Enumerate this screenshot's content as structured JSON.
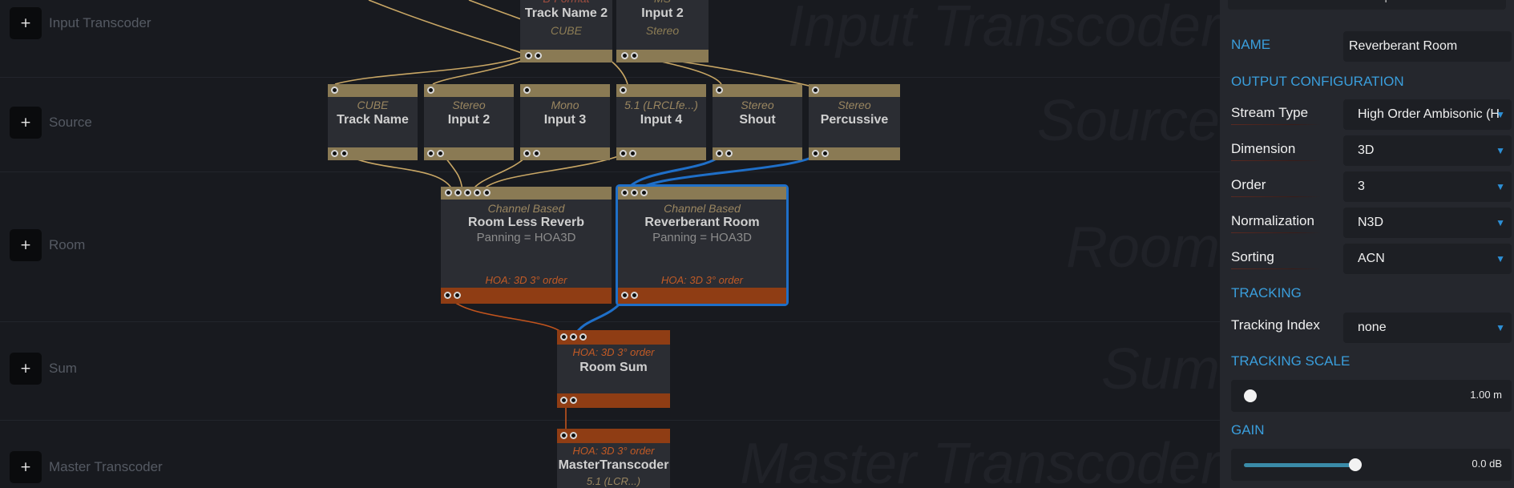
{
  "lanes": [
    {
      "label": "Input Transcoder",
      "watermark": "Input Transcoder"
    },
    {
      "label": "Source",
      "watermark": "Source"
    },
    {
      "label": "Room",
      "watermark": "Room"
    },
    {
      "label": "Sum",
      "watermark": "Sum"
    },
    {
      "label": "Master Transcoder",
      "watermark": "Master Transcoder"
    }
  ],
  "lane_add_label": "+",
  "nodes": {
    "track_name_2": {
      "type": "B-Format",
      "title": "Track Name 2",
      "sub": "CUBE"
    },
    "ms_input_2": {
      "type": "MS",
      "title": "Input 2",
      "sub": "Stereo"
    },
    "track_name": {
      "type": "CUBE",
      "title": "Track Name"
    },
    "input_2": {
      "type": "Stereo",
      "title": "Input 2"
    },
    "input_3": {
      "type": "Mono",
      "title": "Input 3"
    },
    "input_4": {
      "type": "5.1 (LRCLfe...)",
      "title": "Input 4"
    },
    "shout": {
      "type": "Stereo",
      "title": "Shout"
    },
    "percussive": {
      "type": "Stereo",
      "title": "Percussive"
    },
    "room_less_reverb": {
      "type": "Channel Based",
      "title": "Room Less Reverb",
      "sub": "Panning = HOA3D",
      "foot": "HOA: 3D 3° order"
    },
    "reverberant_room": {
      "type": "Channel Based",
      "title": "Reverberant Room",
      "sub": "Panning = HOA3D",
      "foot": "HOA: 3D 3° order"
    },
    "room_sum": {
      "type": "HOA: 3D 3° order",
      "title": "Room Sum"
    },
    "master_transcoder": {
      "type": "HOA: 3D 3° order",
      "title": "MasterTranscoder",
      "sub": "5.1 (LCR...)"
    }
  },
  "panel": {
    "top_button": "Disconnect Selected Output",
    "name_label": "NAME",
    "name_value": "Reverberant Room",
    "output_config": "OUTPUT CONFIGURATION",
    "stream_type_label": "Stream Type",
    "stream_type_value": "High Order Ambisonic (H",
    "dimension_label": "Dimension",
    "dimension_value": "3D",
    "order_label": "Order",
    "order_value": "3",
    "normalization_label": "Normalization",
    "normalization_value": "N3D",
    "sorting_label": "Sorting",
    "sorting_value": "ACN",
    "tracking": "TRACKING",
    "tracking_index_label": "Tracking Index",
    "tracking_index_value": "none",
    "tracking_scale": "TRACKING SCALE",
    "tracking_scale_value": "1.00 m",
    "tracking_scale_level": 0.0,
    "gain": "GAIN",
    "gain_value": "0.0 dB",
    "gain_level": 0.55,
    "caret": "▼"
  },
  "colors": {
    "accent": "#3a9edc",
    "node_tan": "#8a7a54",
    "node_orange": "#8f3d14",
    "selection": "#1f6fc8",
    "wire_tan": "#c9a765",
    "wire_orange": "#c2541d",
    "wire_blue": "#1f6fc8"
  }
}
